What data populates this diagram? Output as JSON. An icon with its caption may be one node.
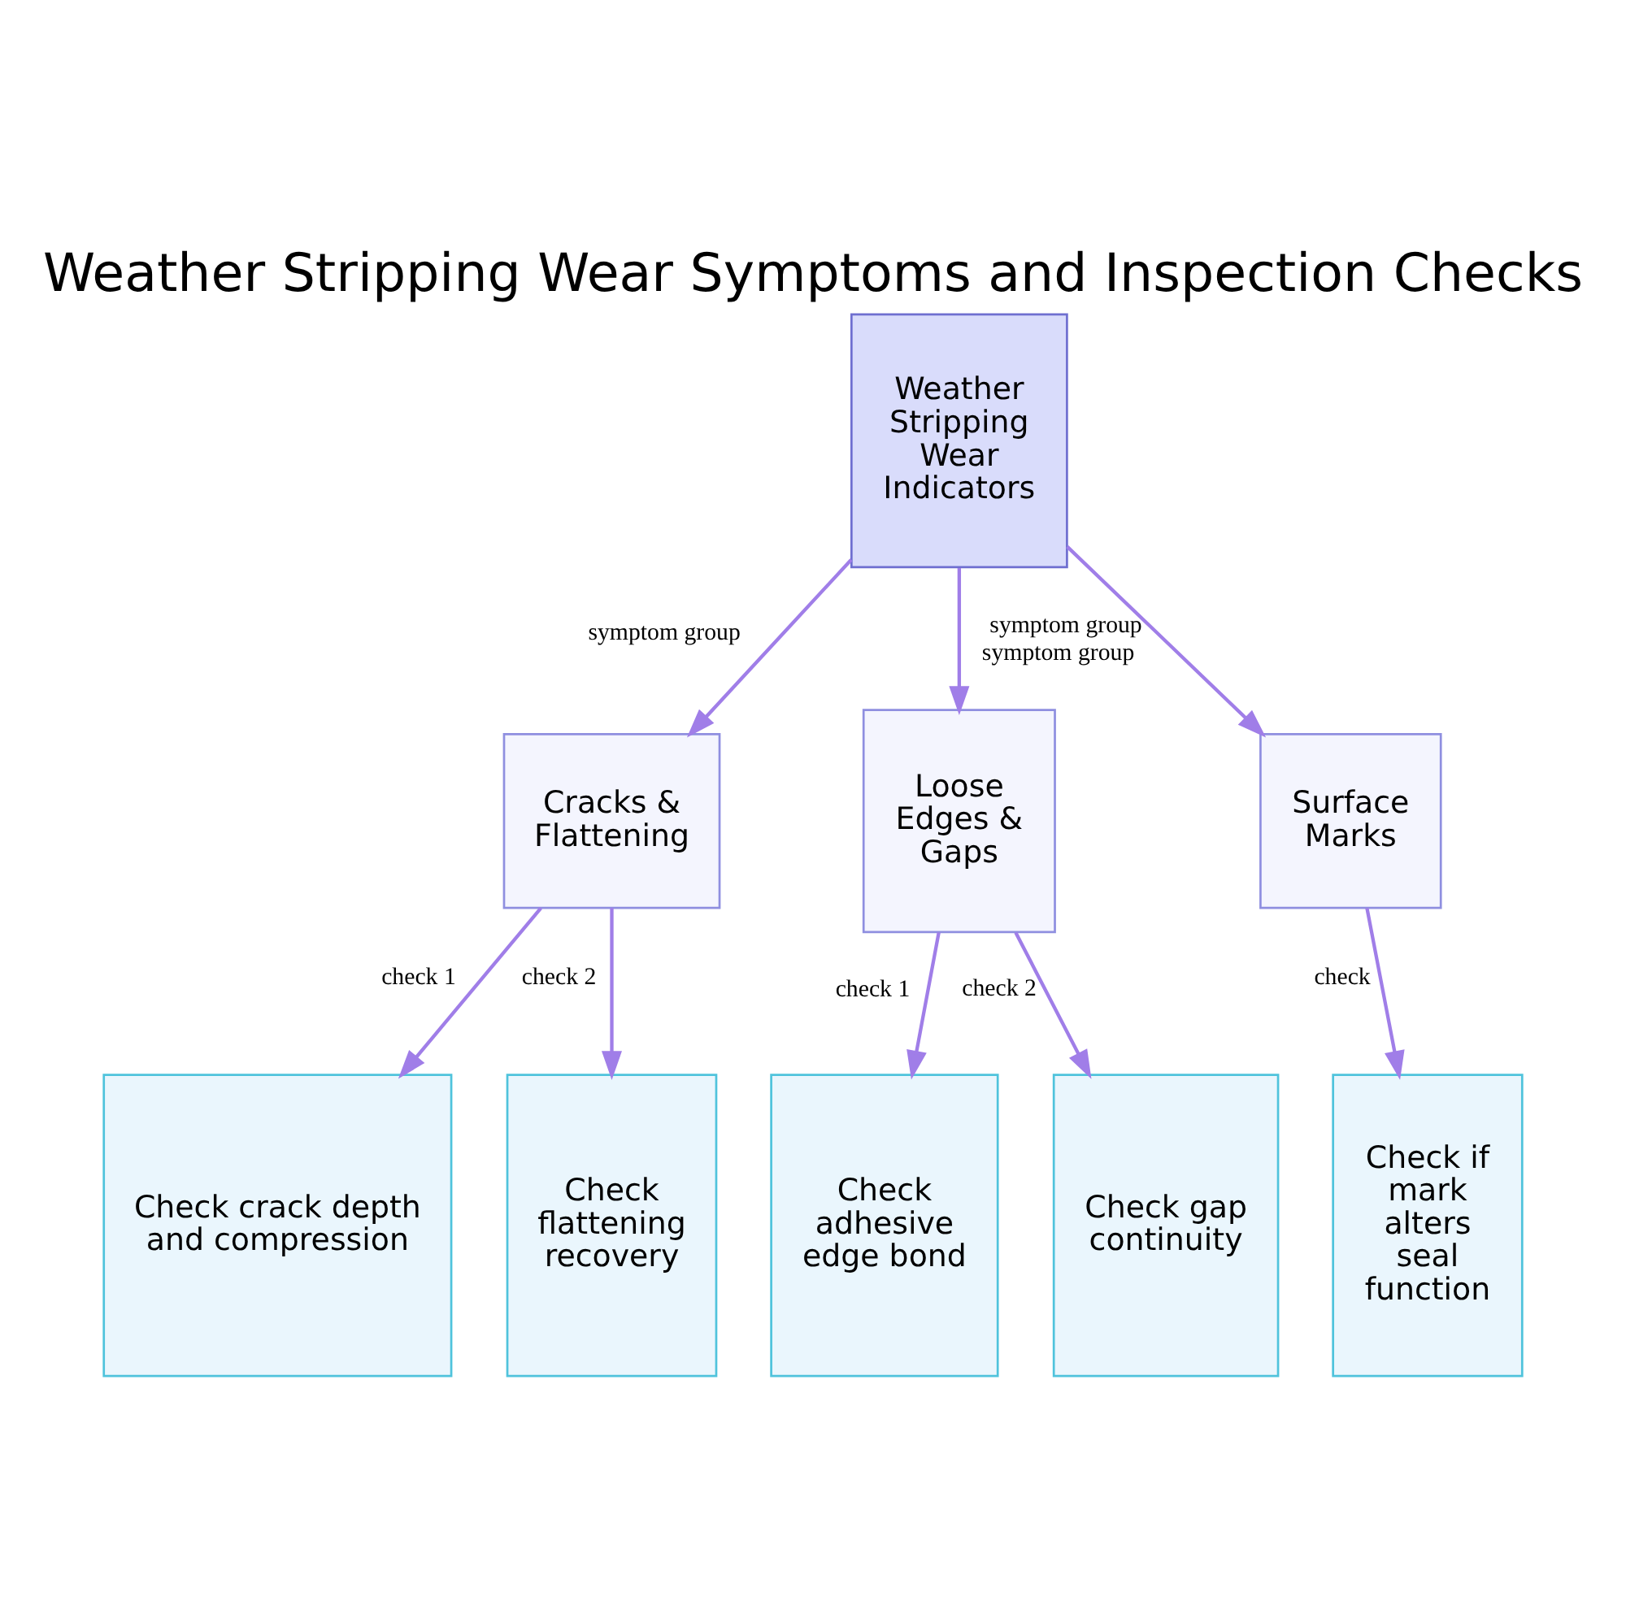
{
  "diagram": {
    "title": "Weather Stripping Wear Symptoms and Inspection Checks",
    "nodes": [
      {
        "text": [
          "Weather Stripping Wear Indicators"
        ]
      },
      {
        "text": [
          "Cracks & Flattening"
        ]
      },
      {
        "text": [
          "Loose Edges & Gaps"
        ]
      },
      {
        "text": [
          "Surface Marks"
        ]
      },
      {
        "text": [
          "Check crack depth and compression"
        ]
      },
      {
        "text": [
          "Check flattening recovery"
        ]
      },
      {
        "text": [
          "Check adhesive edge bond"
        ]
      },
      {
        "text": [
          "Check gap continuity"
        ]
      },
      {
        "text": [
          "Check if mark alters seal function"
        ]
      }
    ],
    "edges": [
      {
        "from": 0,
        "to": 1,
        "arrow": "to",
        "label": "symptom group"
      },
      {
        "from": 0,
        "to": 2,
        "arrow": "to",
        "label": "symptom group"
      },
      {
        "from": 0,
        "to": 3,
        "arrow": "to",
        "label": "symptom group"
      },
      {
        "from": 1,
        "to": 4,
        "arrow": "to",
        "label": "check 1"
      },
      {
        "from": 1,
        "to": 5,
        "arrow": "to",
        "label": "check 2"
      },
      {
        "from": 2,
        "to": 6,
        "arrow": "to",
        "label": "check 1"
      },
      {
        "from": 2,
        "to": 7,
        "arrow": "to",
        "label": "check 2"
      },
      {
        "from": 3,
        "to": 8,
        "arrow": "to",
        "label": "check"
      }
    ]
  }
}
